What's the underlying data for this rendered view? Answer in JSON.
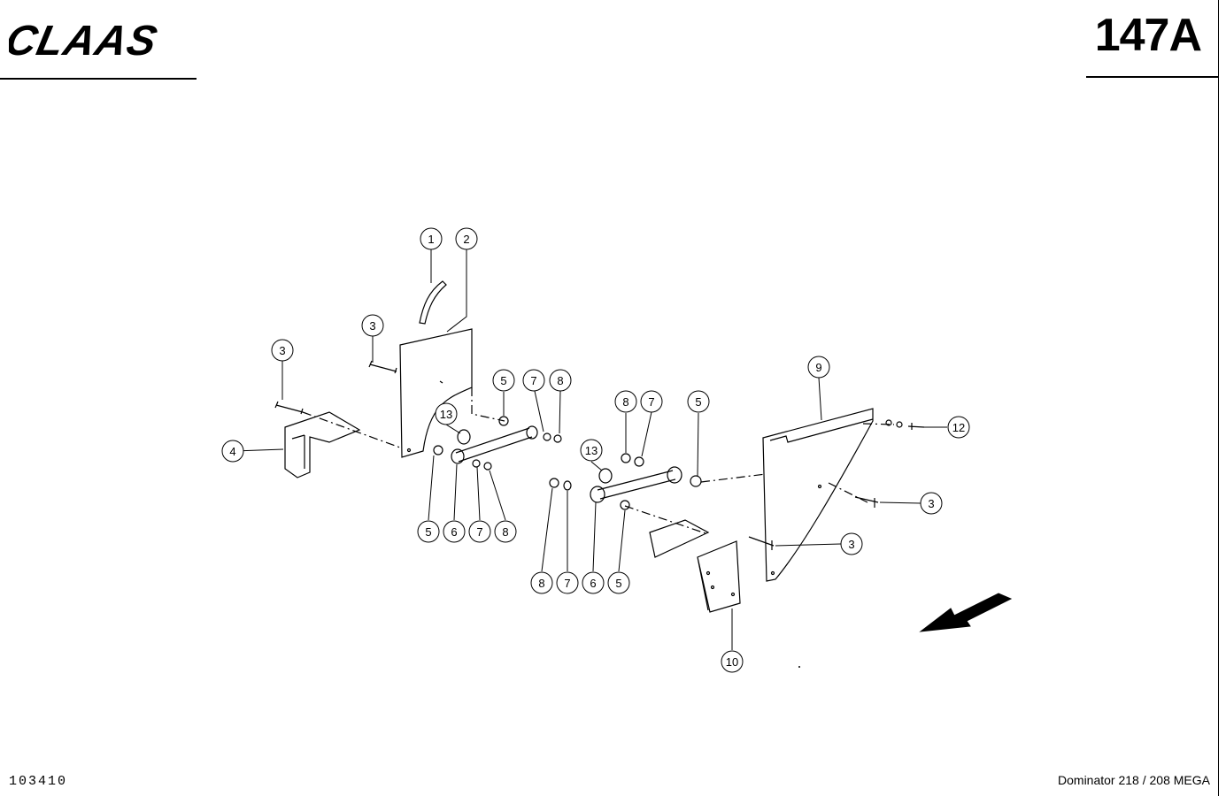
{
  "header": {
    "brand": "CLAAS",
    "page_number": "147A"
  },
  "footer": {
    "doc_code": "103410",
    "model": "Dominator 218 / 208 MEGA"
  },
  "callouts": [
    {
      "id": "c1",
      "label": "1"
    },
    {
      "id": "c2",
      "label": "2"
    },
    {
      "id": "c3a",
      "label": "3"
    },
    {
      "id": "c3b",
      "label": "3"
    },
    {
      "id": "c4",
      "label": "4"
    },
    {
      "id": "c5a",
      "label": "5"
    },
    {
      "id": "c7a",
      "label": "7"
    },
    {
      "id": "c8a",
      "label": "8"
    },
    {
      "id": "c13a",
      "label": "13"
    },
    {
      "id": "c5b",
      "label": "5"
    },
    {
      "id": "c6a",
      "label": "6"
    },
    {
      "id": "c7b",
      "label": "7"
    },
    {
      "id": "c8b",
      "label": "8"
    },
    {
      "id": "c13b",
      "label": "13"
    },
    {
      "id": "c8c",
      "label": "8"
    },
    {
      "id": "c7c",
      "label": "7"
    },
    {
      "id": "c5c",
      "label": "5"
    },
    {
      "id": "c9",
      "label": "9"
    },
    {
      "id": "c12",
      "label": "12"
    },
    {
      "id": "c3c",
      "label": "3"
    },
    {
      "id": "c3d",
      "label": "3"
    },
    {
      "id": "c8d",
      "label": "8"
    },
    {
      "id": "c7d",
      "label": "7"
    },
    {
      "id": "c6b",
      "label": "6"
    },
    {
      "id": "c5d",
      "label": "5"
    },
    {
      "id": "c10",
      "label": "10"
    }
  ],
  "icons": {
    "direction_arrow": "travel-direction-arrow-icon"
  }
}
